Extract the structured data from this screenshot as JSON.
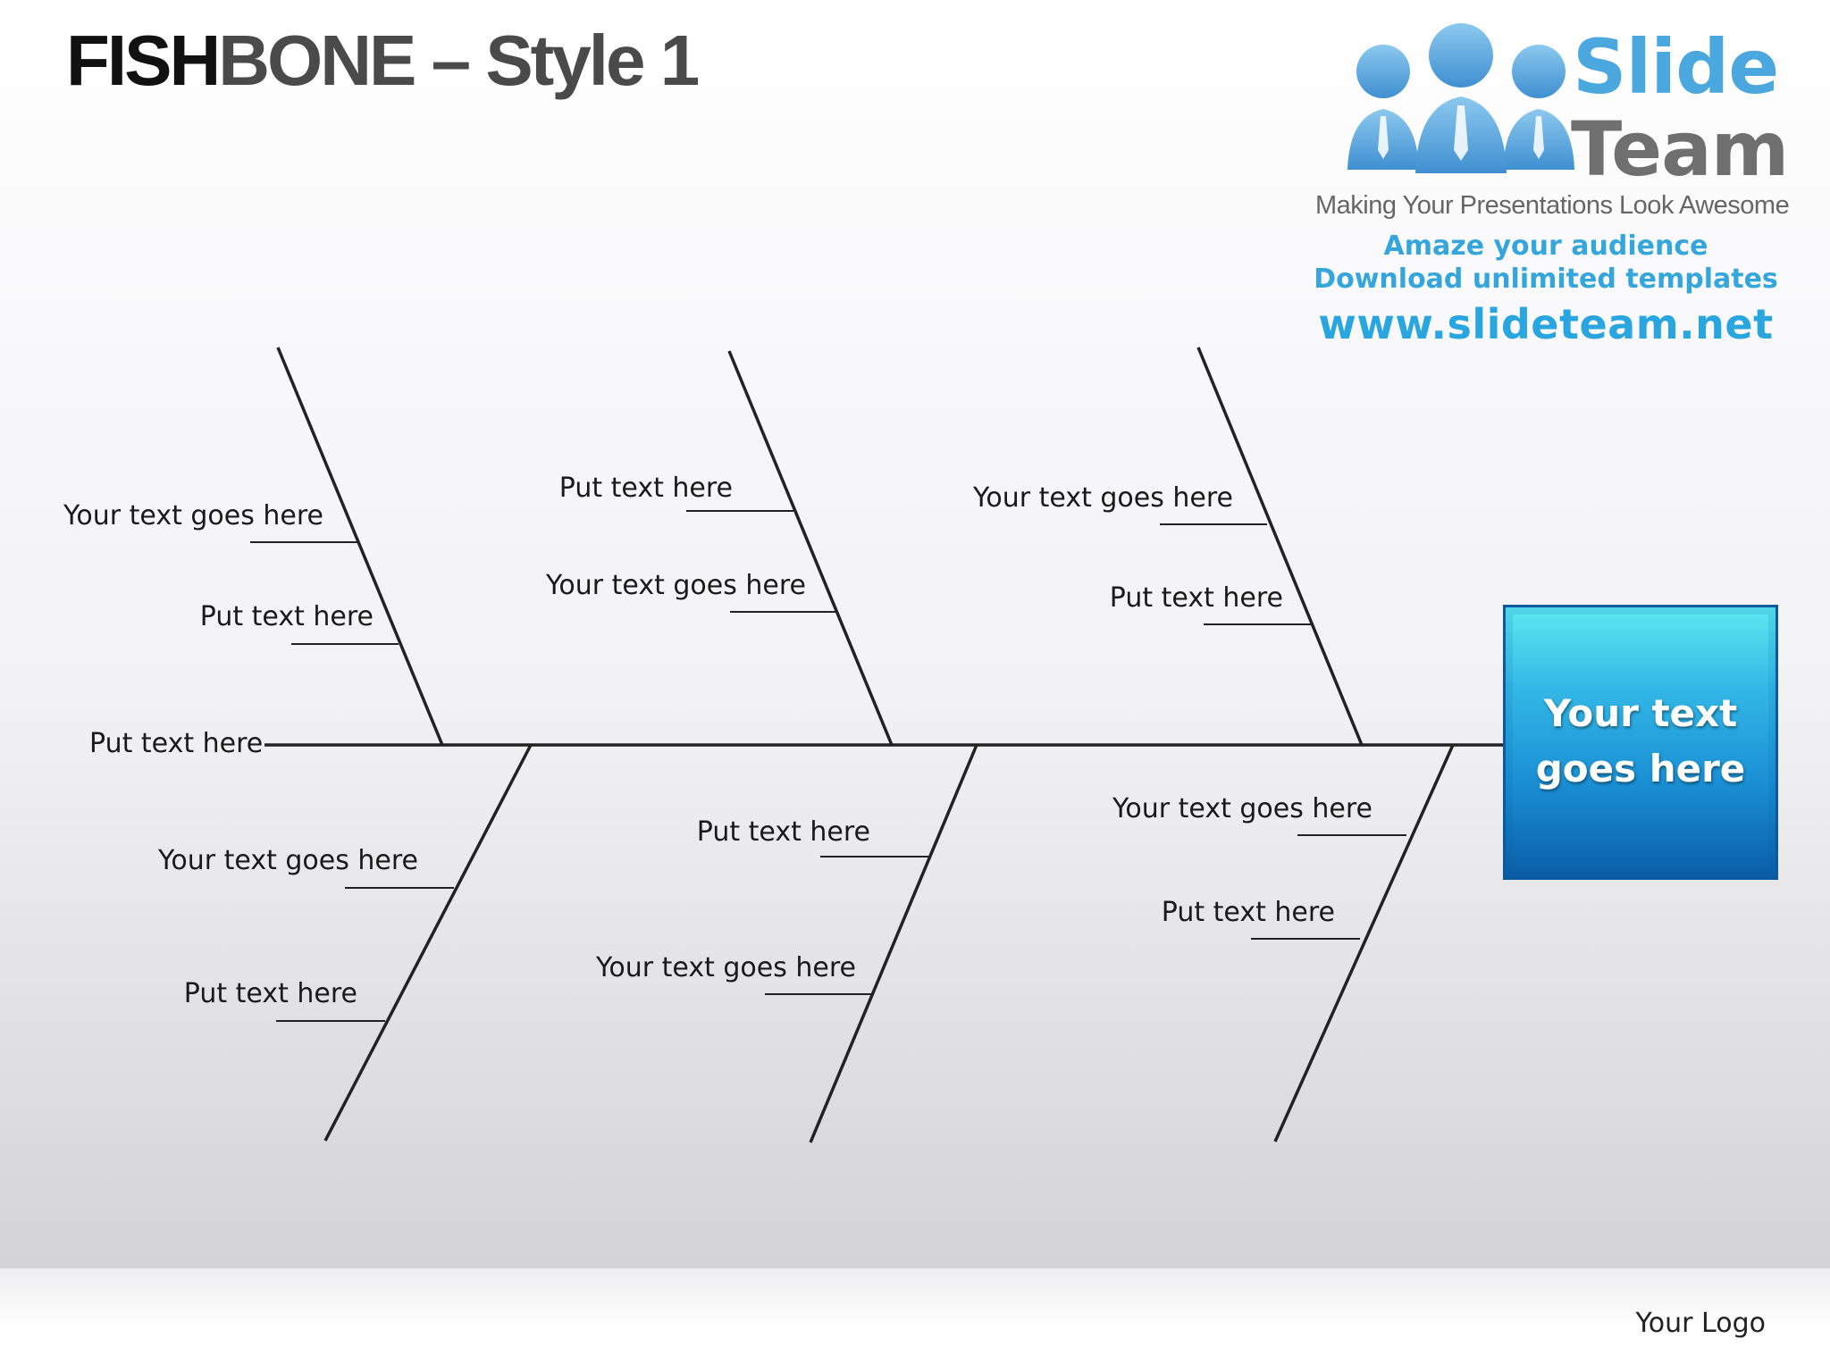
{
  "title": {
    "part1": "FISH",
    "part2": "BONE – Style 1"
  },
  "logo": {
    "brand_word1": "Slide",
    "brand_word2": "Team",
    "tagline": "Making Your Presentations Look Awesome",
    "line1": "Amaze your audience",
    "line2": "Download unlimited templates",
    "url": "www.slideteam.net",
    "people_icon": "people-group-icon",
    "colors": {
      "blue": "#4aa8de",
      "gray": "#6f6f6f",
      "link": "#29a6e0"
    }
  },
  "diagram": {
    "spine_label": "Put text here",
    "head": {
      "text_line1": "Your text",
      "text_line2": "goes here"
    },
    "upper": [
      {
        "a": "Your text goes here",
        "b": "Put text here"
      },
      {
        "a": "Put text here",
        "b": "Your text goes here"
      },
      {
        "a": "Your text goes here",
        "b": "Put text here"
      }
    ],
    "lower": [
      {
        "a": "Your text goes here",
        "b": "Put text here"
      },
      {
        "a": "Put text here",
        "b": "Your text goes here"
      },
      {
        "a": "Your text goes here",
        "b": "Put text here"
      }
    ]
  },
  "footer": {
    "logo_text": "Your Logo"
  }
}
